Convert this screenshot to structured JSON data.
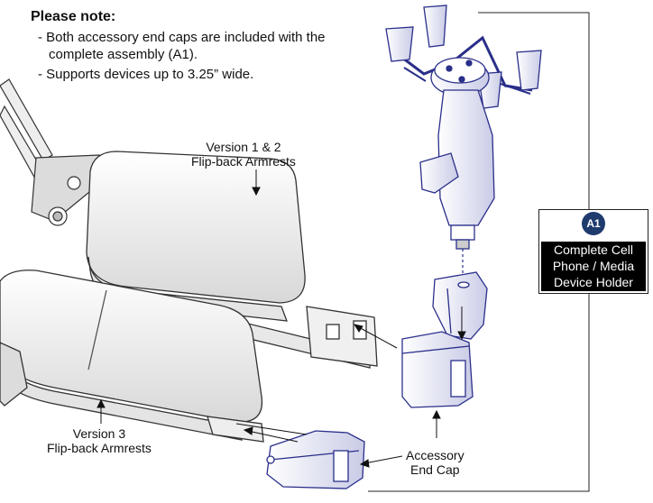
{
  "note": {
    "title": "Please note:",
    "items": [
      "Both accessory end caps are included with the complete assembly (A1).",
      "Supports devices up to 3.25” wide."
    ]
  },
  "labels": {
    "version12": [
      "Version 1 & 2",
      "Flip-back Armrests"
    ],
    "version3": [
      "Version 3",
      "Flip-back Armrests"
    ],
    "end_cap": [
      "Accessory",
      "End Cap"
    ]
  },
  "legend": {
    "badge": "A1",
    "caption": [
      "Complete Cell",
      "Phone / Media",
      "Device Holder"
    ]
  },
  "colors": {
    "accent": "#1f3b6e",
    "part_outline": "#2a2f8a",
    "armrest_outline": "#333333"
  }
}
